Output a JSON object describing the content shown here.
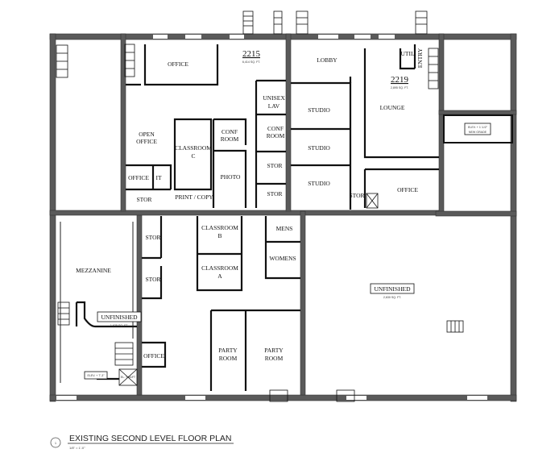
{
  "drawing": {
    "title": "EXISTING SECOND LEVEL FLOOR PLAN",
    "scale": "1/8\" = 1'-0\"",
    "sheet_number": "1"
  },
  "suites": [
    {
      "number": "2215",
      "area": "6,414 SQ. FT."
    },
    {
      "number": "2219",
      "area": "2,895 SQ. FT."
    }
  ],
  "rooms": {
    "office_top": "OFFICE",
    "lobby": "LOBBY",
    "util": "UTIL",
    "entry": "ENTRY",
    "lounge": "LOUNGE",
    "unisex_lav_1": "UNISEX",
    "unisex_lav_2": "LAV",
    "studio_1": "STUDIO",
    "studio_2": "STUDIO",
    "studio_3": "STUDIO",
    "conf_1a": "CONF",
    "conf_1b": "ROOM",
    "conf_2a": "CONF",
    "conf_2b": "ROOM",
    "open_office_a": "OPEN",
    "open_office_b": "OFFICE",
    "classroom_c_a": "CLASSROOM",
    "classroom_c_b": "C",
    "photo": "PHOTO",
    "stor_1": "STOR",
    "stor_2": "STOR",
    "stor_3": "STOR",
    "stor_4": "STOR",
    "stor_5": "STOR",
    "stor_6": "STOR",
    "office_small": "OFFICE",
    "it": "IT",
    "print_copy": "PRINT / COPY",
    "office_2219": "OFFICE",
    "mezzanine": "MEZZANINE",
    "classroom_b_a": "CLASSROOM",
    "classroom_b_b": "B",
    "classroom_a_a": "CLASSROOM",
    "classroom_a_b": "A",
    "mens": "MENS",
    "womens": "WOMENS",
    "office_lower": "OFFICE",
    "party_1a": "PARTY",
    "party_1b": "ROOM",
    "party_2a": "PARTY",
    "party_2b": "ROOM"
  },
  "unfinished": [
    {
      "label": "UNFINISHED",
      "area": "1,635 SQ. FT."
    },
    {
      "label": "UNFINISHED",
      "area": "2,630 SQ. FT."
    }
  ],
  "elevations": {
    "elev_right": [
      "ELEV. + 1'-1/2\"",
      "NEW GRADE"
    ],
    "elev_left": "ELEV. + 7'-3\""
  },
  "notes": {
    "shaft": "EL. SHAFT"
  }
}
